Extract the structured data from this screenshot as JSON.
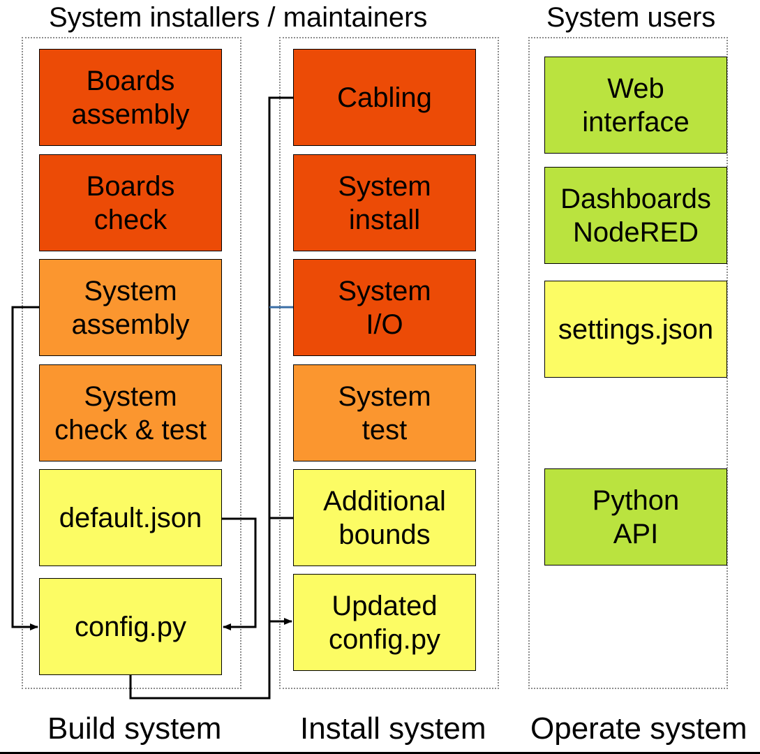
{
  "headings": {
    "installers": "System installers / maintainers",
    "users": "System users"
  },
  "columns": {
    "build": {
      "label": "Build system",
      "boxes": [
        {
          "text": "Boards\nassembly",
          "stage": "hardware"
        },
        {
          "text": "Boards\ncheck",
          "stage": "hardware"
        },
        {
          "text": "System\nassembly",
          "stage": "system"
        },
        {
          "text": "System\ncheck & test",
          "stage": "system"
        },
        {
          "text": "default.json",
          "stage": "config"
        },
        {
          "text": "config.py",
          "stage": "config"
        }
      ]
    },
    "install": {
      "label": "Install system",
      "boxes": [
        {
          "text": "Cabling",
          "stage": "hardware"
        },
        {
          "text": "System\ninstall",
          "stage": "hardware"
        },
        {
          "text": "System\nI/O",
          "stage": "hardware"
        },
        {
          "text": "System\ntest",
          "stage": "system"
        },
        {
          "text": "Additional\nbounds",
          "stage": "config"
        },
        {
          "text": "Updated\nconfig.py",
          "stage": "config"
        }
      ]
    },
    "operate": {
      "label": "Operate system",
      "boxes": [
        {
          "text": "Web\ninterface",
          "stage": "interface"
        },
        {
          "text": "Dashboards\nNodeRED",
          "stage": "interface"
        },
        {
          "text": "settings.json",
          "stage": "config"
        },
        {
          "text": "Python\nAPI",
          "stage": "interface"
        }
      ]
    }
  },
  "colors": {
    "hardware": "#ec4b06",
    "system": "#fb962f",
    "config": "#fcfc64",
    "interface": "#bae33f",
    "connector": "#000000",
    "connector_accent": "#3a6ea5"
  }
}
